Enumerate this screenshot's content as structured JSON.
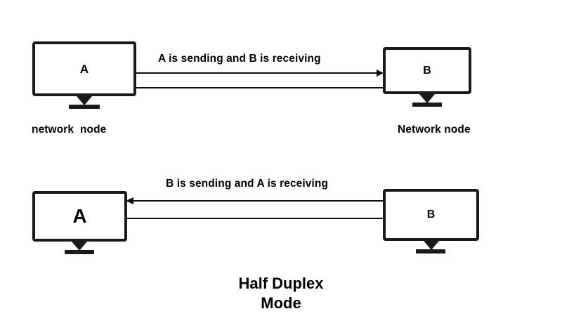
{
  "diagram": {
    "title_line_1": "Half Duplex",
    "title_line_2": "Mode",
    "top_row": {
      "left_node": {
        "screen_label": "A",
        "caption": "network  node"
      },
      "right_node": {
        "screen_label": "B",
        "caption": "Network node"
      },
      "link_label": "A is sending and B is receiving",
      "direction": "left-to-right"
    },
    "bottom_row": {
      "left_node": {
        "screen_label": "A",
        "caption": ""
      },
      "right_node": {
        "screen_label": "B",
        "caption": ""
      },
      "link_label": "B is sending and A is receiving",
      "direction": "right-to-left"
    },
    "colors": {
      "stroke": "#1a1a1a",
      "wire": "#0d0d0d",
      "text": "#000000",
      "background": "#ffffff"
    }
  }
}
